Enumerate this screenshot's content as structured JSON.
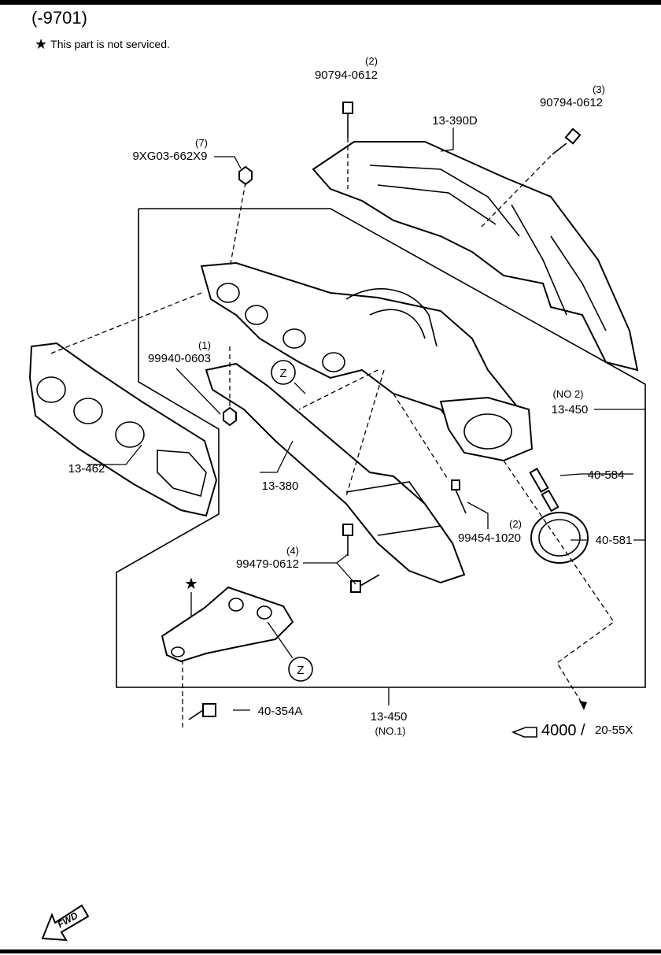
{
  "header": {
    "range": "(-9701)",
    "note_symbol": "★",
    "note_text": "This part is not serviced."
  },
  "callouts": {
    "bolt_top": {
      "qty": "(2)",
      "part": "90794-0612"
    },
    "bolt_right": {
      "qty": "(3)",
      "part": "90794-0612"
    },
    "heat_insulator": {
      "part": "13-390D"
    },
    "nut_top": {
      "qty": "(7)",
      "part": "9XG03-662X9"
    },
    "nut_left": {
      "qty": "(1)",
      "part": "99940-0603"
    },
    "gasket": {
      "part": "13-462"
    },
    "manifold": {
      "part": "13-380"
    },
    "insulator_no2": {
      "note": "(NO 2)",
      "part": "13-450"
    },
    "stud": {
      "part": "40-584"
    },
    "bolt_mid": {
      "qty": "(2)",
      "part": "99454-1020"
    },
    "ring_gasket": {
      "part": "40-581"
    },
    "bolt_lower": {
      "qty": "(4)",
      "part": "99479-0612"
    },
    "small_bolt": {
      "part": "40-354A"
    },
    "insulator_no1": {
      "part": "13-450",
      "note": "(NO.1)"
    },
    "marker_z": "Z",
    "bracket_star": "★"
  },
  "reference": {
    "page": "4000",
    "sep": "/",
    "section": "20-55X"
  },
  "fwd_label": "FWD"
}
